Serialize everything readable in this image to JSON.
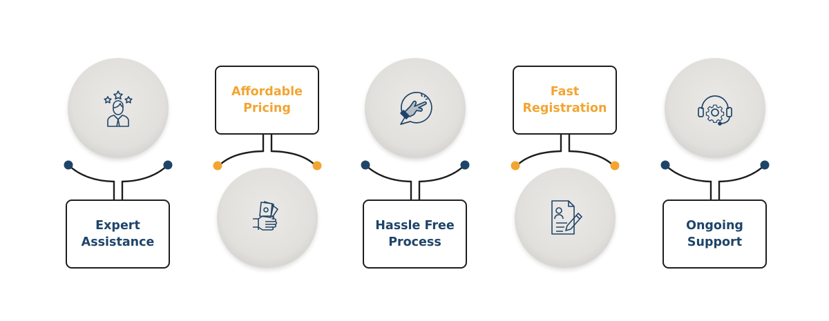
{
  "colors": {
    "navy": "#1f4469",
    "orange": "#f2a531",
    "line": "#1d1d1d"
  },
  "steps": [
    {
      "label": "Expert\nAssistance",
      "icon": "expert-person-stars-icon",
      "position": "circle-top",
      "accent": "navy"
    },
    {
      "label": "Affordable\nPricing",
      "icon": "hand-holding-money-icon",
      "position": "box-top",
      "accent": "orange"
    },
    {
      "label": "Hassle Free\nProcess",
      "icon": "snap-finger-speech-bubble-icon",
      "position": "circle-top",
      "accent": "navy"
    },
    {
      "label": "Fast\nRegistration",
      "icon": "document-pen-icon",
      "position": "box-top",
      "accent": "orange"
    },
    {
      "label": "Ongoing\nSupport",
      "icon": "headset-gear-icon",
      "position": "circle-top",
      "accent": "navy"
    }
  ]
}
